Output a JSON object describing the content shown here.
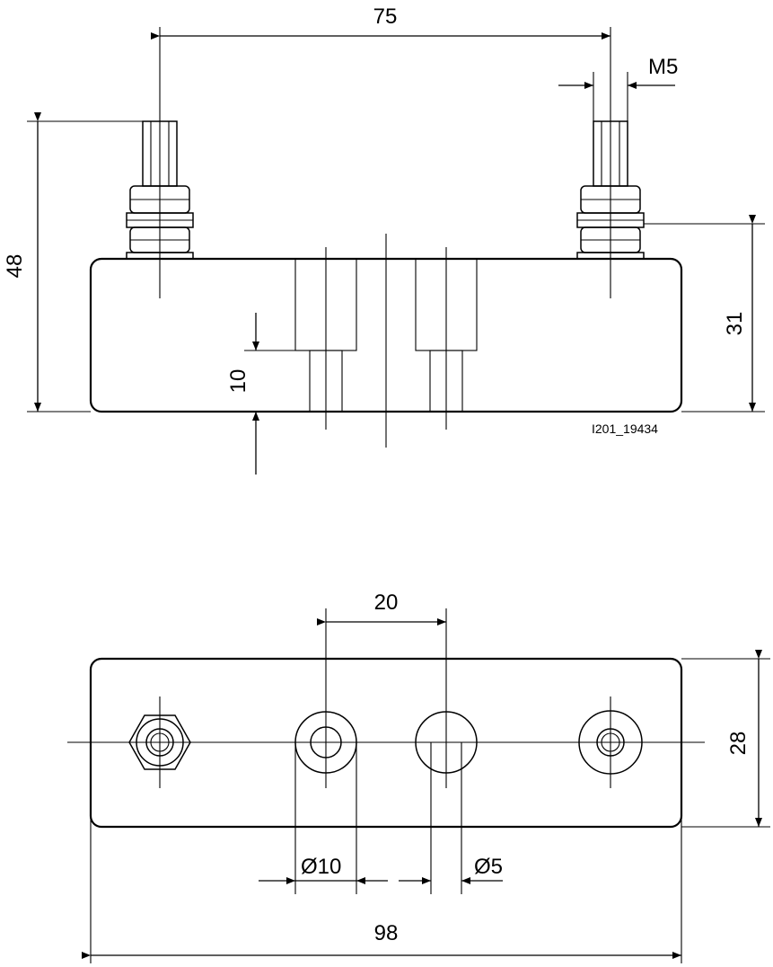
{
  "side_view": {
    "dim_terminal_spacing": "75",
    "dim_thread": "M5",
    "dim_total_height": "48",
    "dim_base_height": "31",
    "dim_hole_depth": "10",
    "drawing_code": "I201_19434"
  },
  "top_view": {
    "dim_hole_spacing": "20",
    "dim_base_depth": "28",
    "dim_large_hole": "Ø10",
    "dim_small_hole": "Ø5",
    "dim_total_length": "98"
  }
}
